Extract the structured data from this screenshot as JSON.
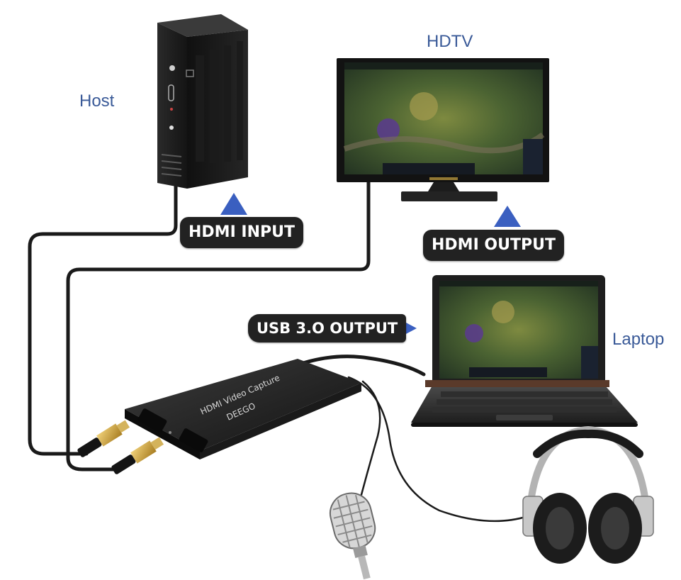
{
  "labels": {
    "host": "Host",
    "hdtv": "HDTV",
    "laptop": "Laptop"
  },
  "callouts": {
    "hdmi_input": "HDMI  INPUT",
    "hdmi_output": "HDMI  OUTPUT",
    "usb_output": "USB 3.O OUTPUT"
  },
  "device": {
    "line1": "HDMI Video Capture",
    "line2": "DEEGO"
  },
  "colors": {
    "label_blue": "#3a5a98",
    "arrow_blue": "#3a5fc0",
    "pill_bg": "#222222",
    "cable": "#1a1a1a",
    "screen_green": "#3e5a2e",
    "hdmi_gold": "#c9a441"
  },
  "icons": [
    "pc-tower-icon",
    "hdtv-monitor-icon",
    "laptop-icon",
    "capture-card-icon",
    "microphone-icon",
    "headphones-icon",
    "hdmi-plug-icon",
    "arrow-up-icon",
    "arrow-right-icon"
  ]
}
